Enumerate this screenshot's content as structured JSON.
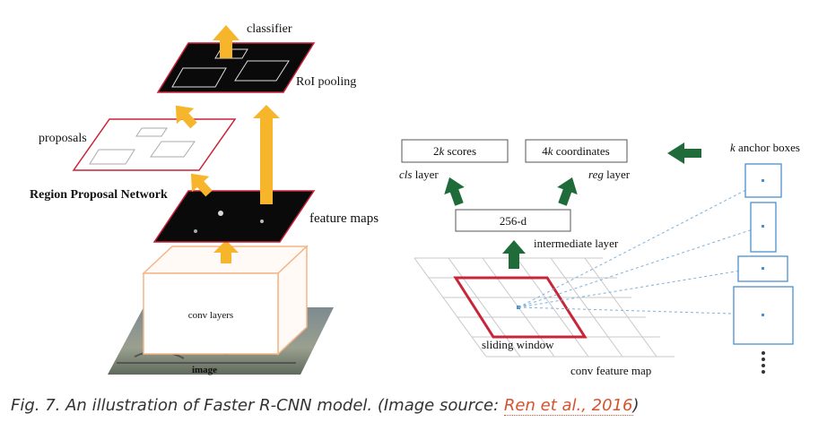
{
  "left": {
    "classifier": "classifier",
    "roi_pooling": "RoI pooling",
    "proposals": "proposals",
    "rpn": "Region Proposal Network",
    "feature_maps": "feature maps",
    "conv_layers": "conv layers",
    "image": "image"
  },
  "right": {
    "scores_num": "2",
    "scores_k": "k",
    "scores_rest": " scores",
    "coords_num": "4",
    "coords_k": "k",
    "coords_rest": " coordinates",
    "cls_italic": "cls",
    "cls_rest": " layer",
    "reg_italic": "reg",
    "reg_rest": " layer",
    "dim": "256-d",
    "intermediate": "intermediate layer",
    "sliding_window": "sliding window",
    "conv_feature_map": "conv feature map",
    "anchor_k": "k",
    "anchor_rest": " anchor boxes"
  },
  "caption": {
    "text": "Fig. 7. An illustration of Faster R-CNN model. (Image source: ",
    "link": "Ren et al., 2016",
    "close": ")"
  },
  "colors": {
    "arrow_orange": "#f6b52b",
    "arrow_green": "#1f6b3a",
    "red_outline": "#c8243a",
    "anchor_blue": "#4a8fcf"
  }
}
